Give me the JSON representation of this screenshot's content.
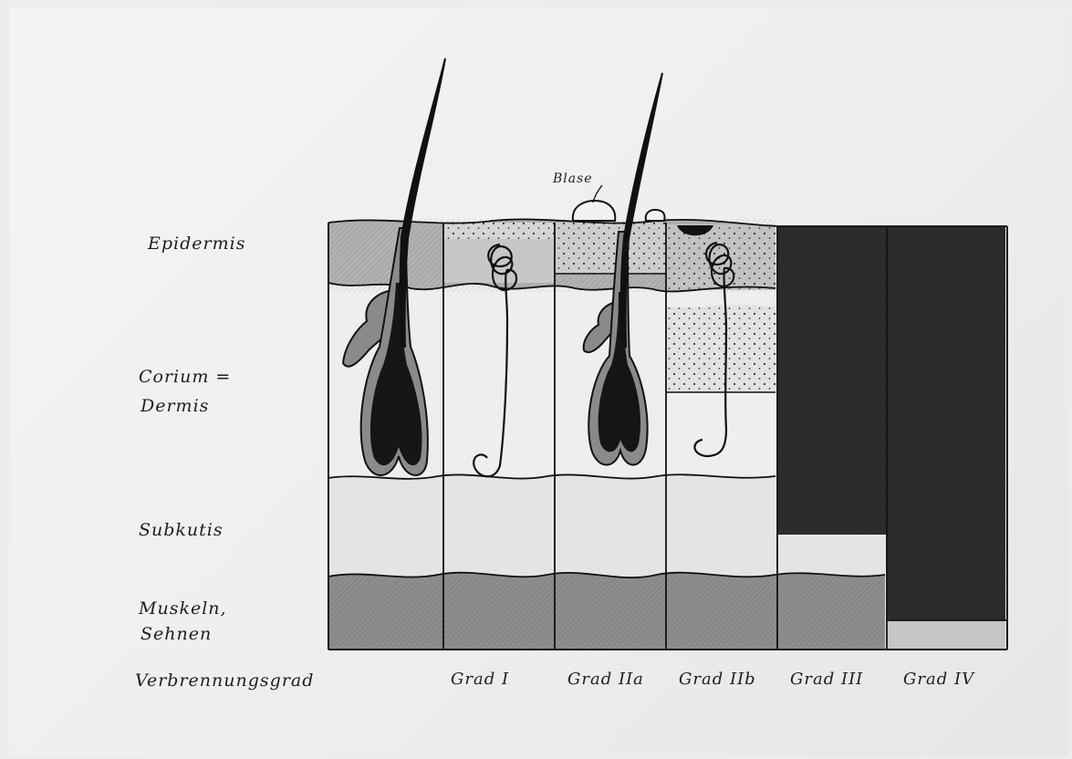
{
  "layers": {
    "epidermis": "Epidermis",
    "corium_line1": "Corium =",
    "corium_line2": "Dermis",
    "subkutis": "Subkutis",
    "muscle_line1": "Muskeln,",
    "muscle_line2": "Sehnen"
  },
  "row_label": "Verbrennungsgrad",
  "annotation": "Blase",
  "grades": [
    "Grad I",
    "Grad IIa",
    "Grad IIb",
    "Grad III",
    "Grad IV"
  ],
  "colors": {
    "epidermis": "#b2b2b2",
    "dermis": "#eeeeee",
    "subkutis": "#e4e4e4",
    "muscle": "#8e8e8e",
    "burn_dark": "#2d2d2d",
    "burn_gray": "#c6c6c6",
    "ink": "#111111"
  }
}
